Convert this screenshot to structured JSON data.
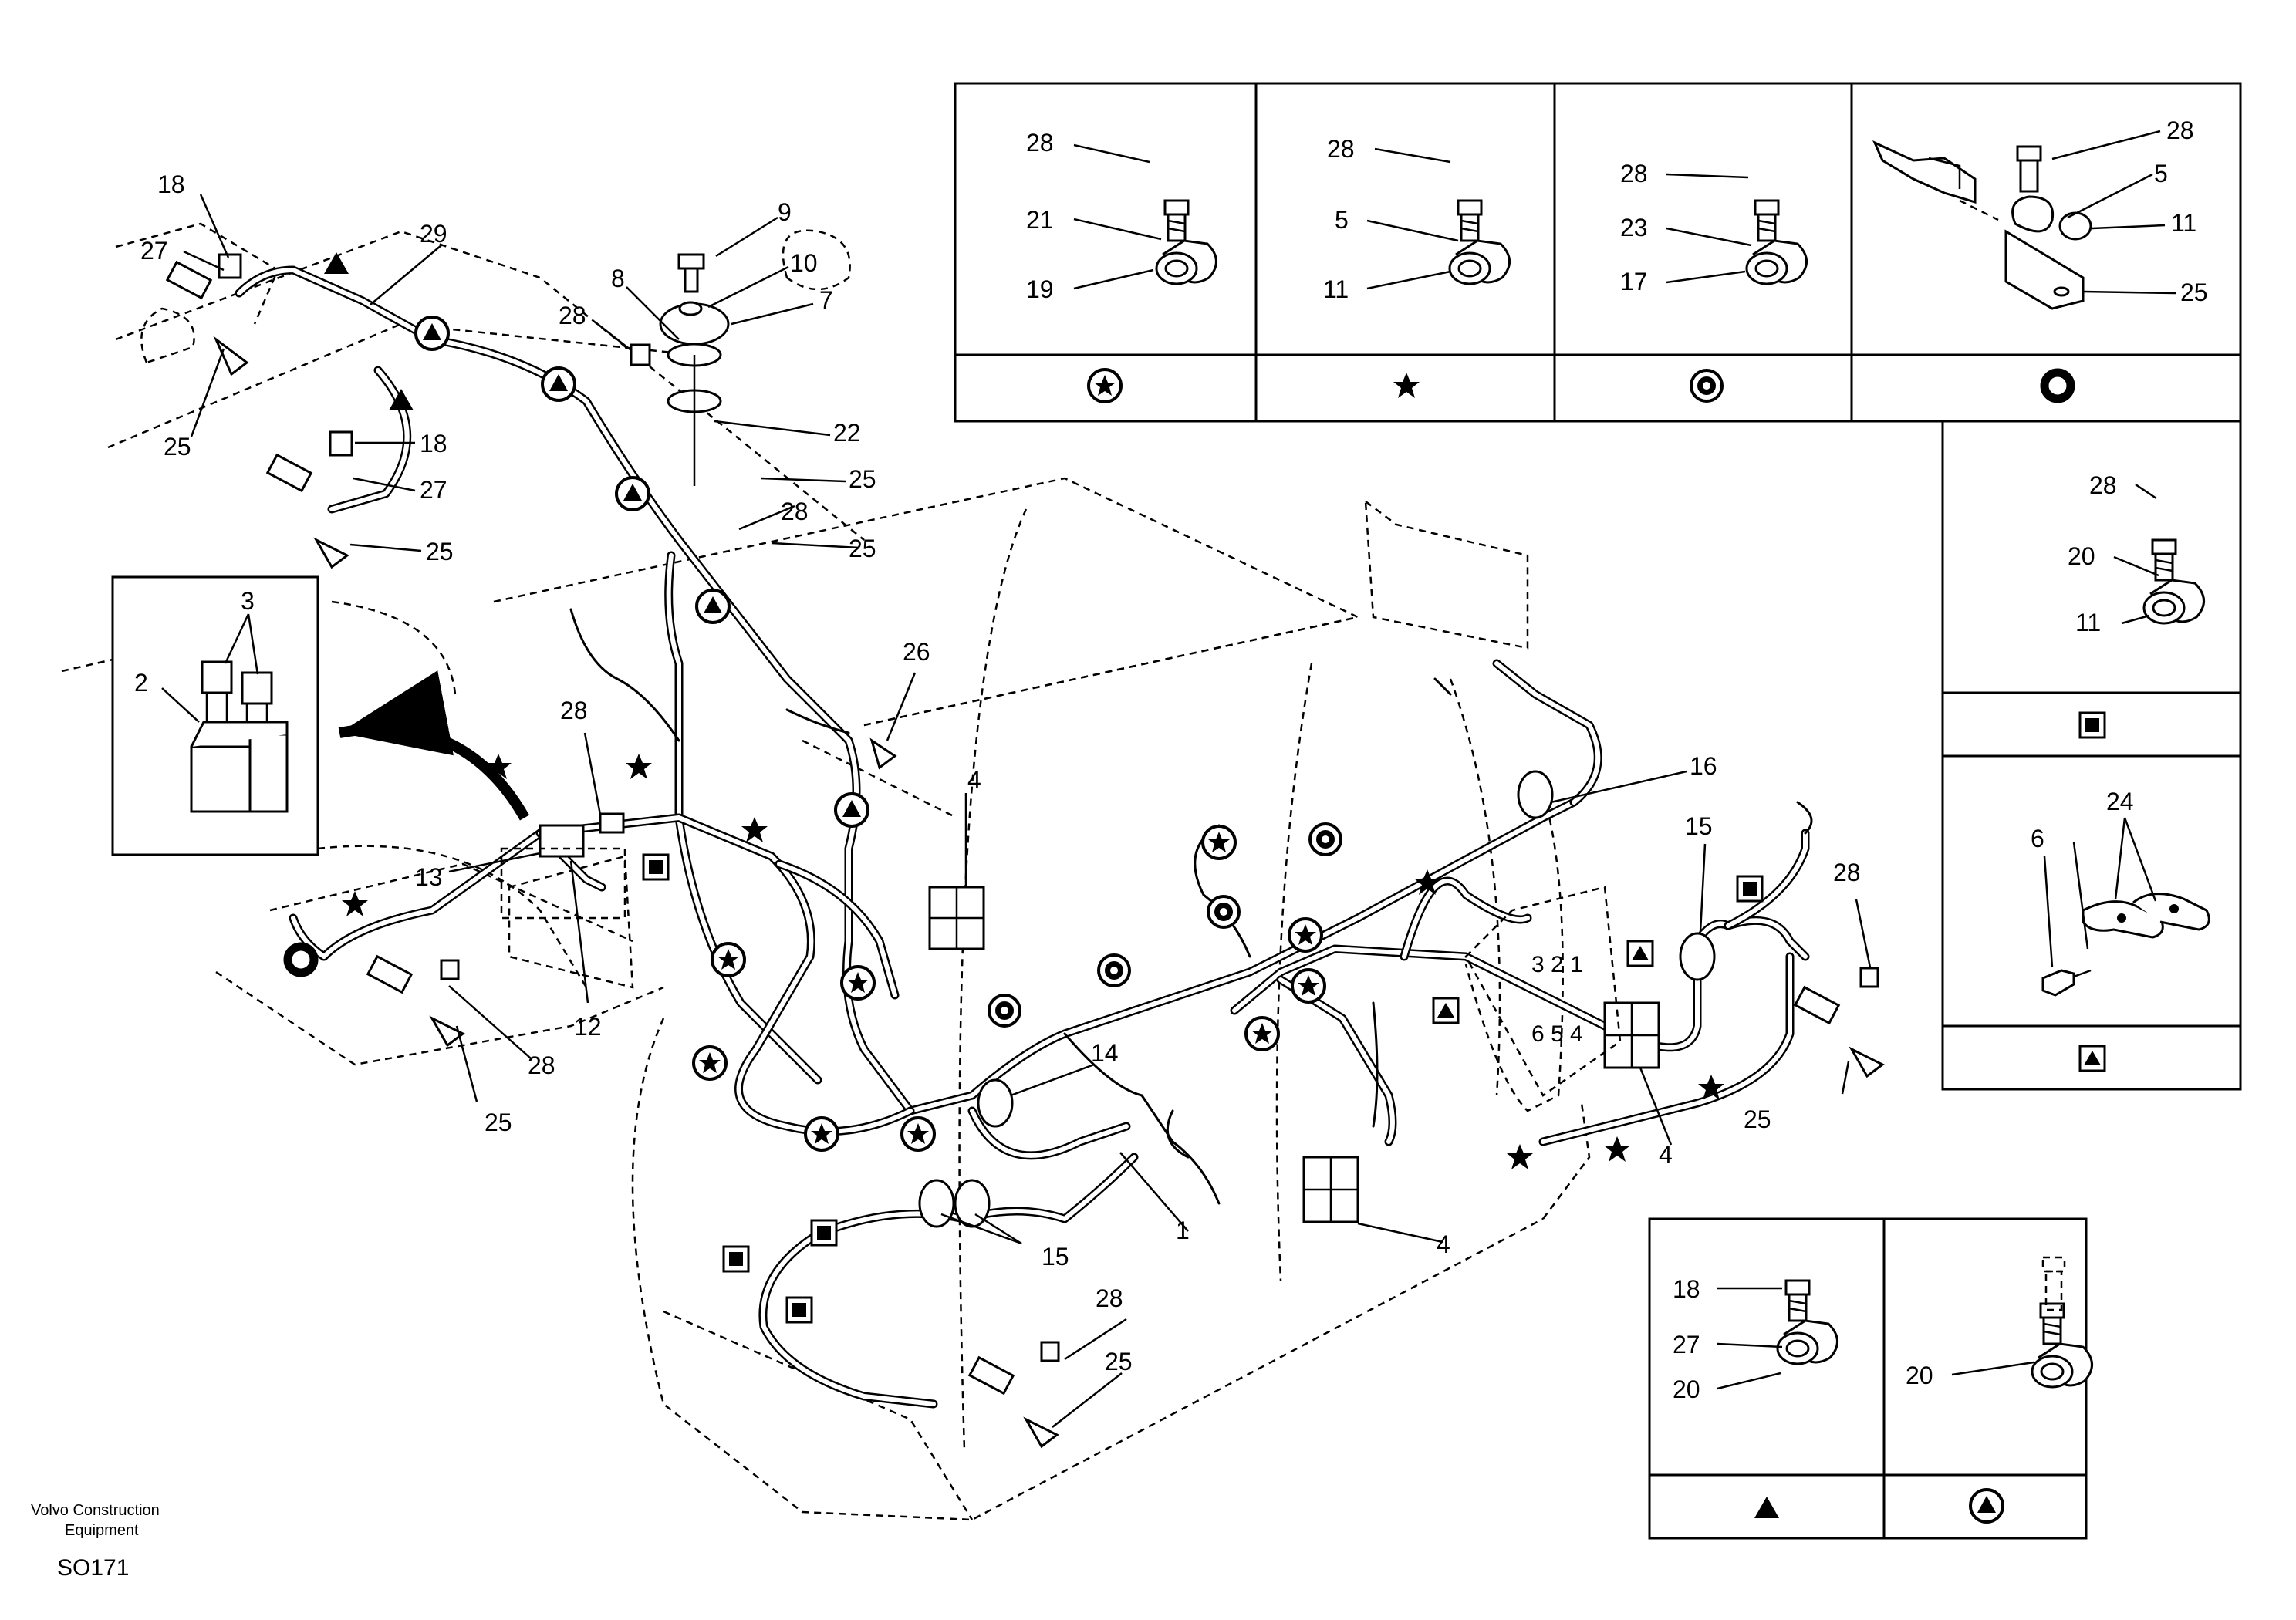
{
  "footer": {
    "brand_line1": "Volvo Construction",
    "brand_line2": "Equipment",
    "code": "SO171"
  },
  "legend_symbols": {
    "circled_star": "circled-star-icon",
    "star": "star-icon",
    "circle_dot": "bullseye-icon",
    "ring": "ring-icon",
    "square": "boxed-square-icon",
    "triangle": "boxed-triangle-icon",
    "circled_triangle": "circled-triangle-icon"
  },
  "labels": {
    "p1": "1",
    "p2": "2",
    "p3": "3",
    "p4": "4",
    "p5": "5",
    "p6": "6",
    "p7": "7",
    "p8": "8",
    "p9": "9",
    "p10": "10",
    "p11": "11",
    "p12": "12",
    "p13": "13",
    "p14": "14",
    "p15": "15",
    "p16": "16",
    "p17": "17",
    "p18": "18",
    "p19": "19",
    "p20": "20",
    "p21": "21",
    "p22": "22",
    "p23": "23",
    "p24": "24",
    "p25": "25",
    "p26": "26",
    "p27": "27",
    "p28": "28",
    "p29": "29"
  }
}
